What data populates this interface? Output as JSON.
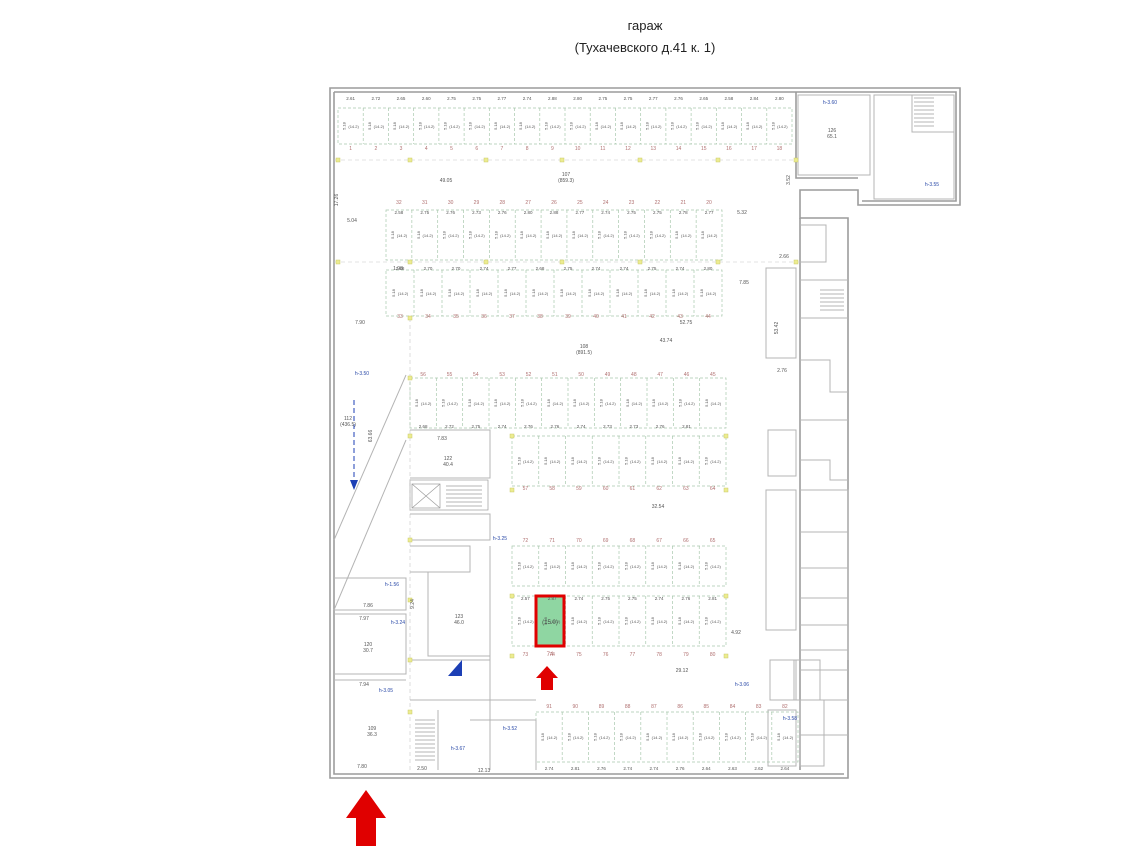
{
  "header": {
    "title": "гараж",
    "subtitle": "(Тухачевского д.41 к. 1)"
  },
  "colors": {
    "wall": "#9c9c9c",
    "partition": "#b4b4b4",
    "highlight_fill": "#8fd6a2",
    "highlight_border": "#e00000",
    "arrow": "#e00000",
    "level_mark": "#2b4aa8",
    "stair_fill": "#1c3fb5",
    "column": "#ecec90",
    "label": "#555555",
    "place_number": "#b07070"
  },
  "plan": {
    "top_row": {
      "numbers": [
        "1",
        "2",
        "3",
        "4",
        "5",
        "6",
        "7",
        "8",
        "9",
        "10",
        "11",
        "12",
        "13",
        "14",
        "15",
        "16",
        "17",
        "18"
      ],
      "widths": [
        "2.61",
        "2.72",
        "2.65",
        "2.60",
        "2.75",
        "2.75",
        "2.77",
        "2.74",
        "2.88",
        "2.80",
        "2.75",
        "2.75",
        "2.77",
        "2.76",
        "2.65",
        "2.58",
        "2.84",
        "2.80"
      ]
    },
    "row_19_32": {
      "numbers": [
        "32",
        "31",
        "30",
        "29",
        "28",
        "27",
        "26",
        "25",
        "24",
        "23",
        "22",
        "21",
        "20"
      ],
      "widths": [
        "2.58",
        "2.75",
        "2.76",
        "2.73",
        "2.76",
        "2.80",
        "2.88",
        "2.77",
        "2.74",
        "2.75",
        "2.75",
        "2.78",
        "2.77"
      ]
    },
    "row_33_45": {
      "numbers": [
        "33",
        "34",
        "35",
        "36",
        "37",
        "38",
        "39",
        "40",
        "41",
        "42",
        "43",
        "44"
      ],
      "widths": [
        "2.68",
        "2.70",
        "2.70",
        "2.74",
        "2.77",
        "2.68",
        "2.75",
        "2.74",
        "2.74",
        "2.75",
        "2.74",
        "2.80"
      ]
    },
    "row_46_56": {
      "numbers": [
        "56",
        "55",
        "54",
        "53",
        "52",
        "51",
        "50",
        "49",
        "48",
        "47",
        "46",
        "45"
      ],
      "widths": [
        "2.68",
        "2.72",
        "2.75",
        "2.74",
        "2.76",
        "2.76",
        "2.74",
        "2.73",
        "2.73",
        "2.76",
        "2.81"
      ]
    },
    "row_57_64": {
      "numbers": [
        "57",
        "58",
        "59",
        "60",
        "61",
        "62",
        "63",
        "64"
      ]
    },
    "row_65_72": {
      "numbers": [
        "72",
        "71",
        "70",
        "69",
        "68",
        "67",
        "66",
        "65"
      ]
    },
    "row_73_80": {
      "numbers": [
        "73",
        "74",
        "75",
        "76",
        "77",
        "78",
        "79",
        "80"
      ],
      "widths": [
        "2.57",
        "2.87",
        "2.74",
        "2.75",
        "2.75",
        "2.74",
        "2.76",
        "2.81"
      ]
    },
    "row_81_91": {
      "numbers": [
        "91",
        "90",
        "89",
        "88",
        "87",
        "86",
        "85",
        "84",
        "83",
        "82"
      ],
      "widths": [
        "2.74",
        "2.81",
        "2.76",
        "2.74",
        "2.74",
        "2.76",
        "2.64",
        "2.63",
        "2.62",
        "2.64"
      ]
    },
    "rooms": [
      {
        "id": "107",
        "label": "107",
        "area": "(859.3)"
      },
      {
        "id": "108",
        "label": "108",
        "area": "(891.5)"
      },
      {
        "id": "112",
        "label": "112",
        "area": "(436.5)"
      },
      {
        "id": "122",
        "label": "122",
        "area": "40.4"
      },
      {
        "id": "123",
        "label": "123",
        "area": "46.0"
      },
      {
        "id": "120",
        "label": "120",
        "area": "30.7"
      },
      {
        "id": "126",
        "label": "126",
        "area": "65.1"
      },
      {
        "id": "109",
        "label": "109",
        "area": "36.3"
      }
    ],
    "dimensions": {
      "d_49_05": "49.05",
      "d_43_74": "43.74",
      "d_52_75": "52.75",
      "d_32_54": "32.54",
      "d_29_12": "29.12",
      "d_53_42": "53.42",
      "d_63_66": "63.66",
      "d_12_13": "12.13",
      "d_7_80": "7.80",
      "d_7_90": "7.90",
      "d_7_86": "7.86",
      "d_7_97": "7.97",
      "d_7_94": "7.94",
      "d_9_24": "9.24",
      "d_7_83": "7.83",
      "d_2_50": "2.50",
      "d_2_76": "2.76",
      "d_5_32": "5.32",
      "d_4_92": "4.92",
      "d_17_26": "17.26",
      "d_5_04": "5.04",
      "d_7_85": "7.85",
      "d_3_52": "3.52",
      "d_2_66": "2.66",
      "d_1_98": "1.98"
    },
    "levels": [
      {
        "id": "lv_a",
        "text": "h-3.50"
      },
      {
        "id": "lv_b",
        "text": "h-3.60"
      },
      {
        "id": "lv_c",
        "text": "h-1.56"
      },
      {
        "id": "lv_d",
        "text": "h-3.24"
      },
      {
        "id": "lv_e",
        "text": "h-3.55"
      },
      {
        "id": "lv_f",
        "text": "h-3.05"
      },
      {
        "id": "lv_g",
        "text": "h-3.52"
      },
      {
        "id": "lv_h",
        "text": "h-3.67"
      },
      {
        "id": "lv_i",
        "text": "h-3.06"
      },
      {
        "id": "lv_j",
        "text": "h-3.58"
      },
      {
        "id": "lv_k",
        "text": "h-3.25"
      }
    ],
    "highlighted_place": {
      "number": "74",
      "area": "(15.0)"
    }
  }
}
